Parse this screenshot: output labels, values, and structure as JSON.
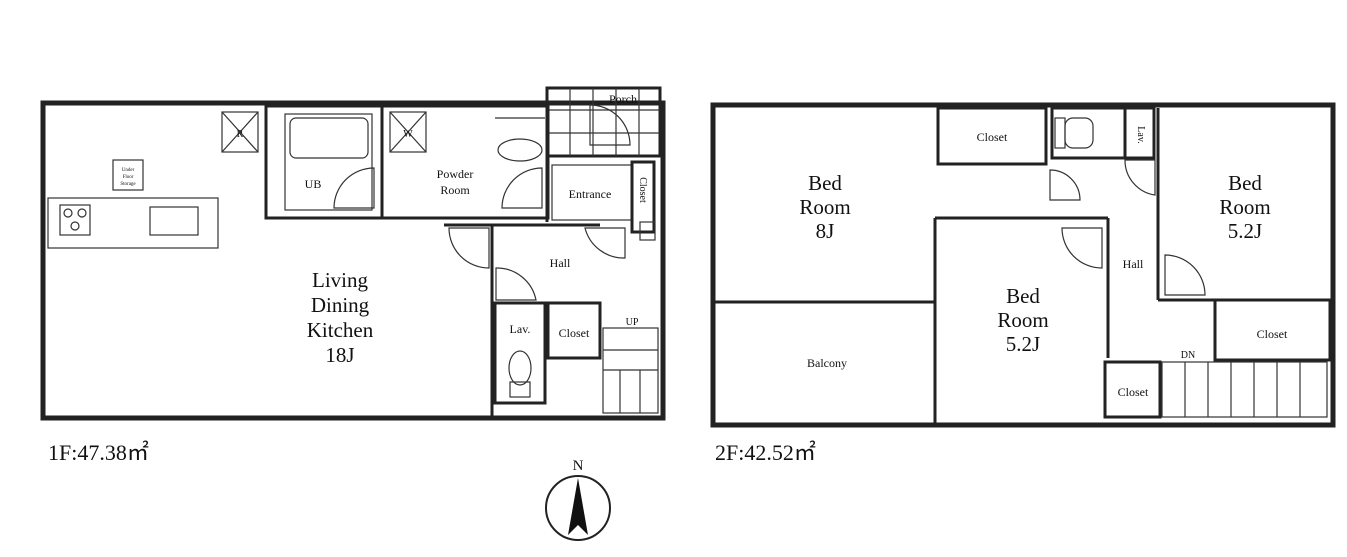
{
  "floor1": {
    "area_label": "1F:47.38㎡",
    "rooms": {
      "ldk": [
        "Living",
        "Dining",
        "Kitchen",
        "18J"
      ],
      "ub": "UB",
      "powder": [
        "Powder",
        "Room"
      ],
      "entrance": "Entrance",
      "porch": "Porch",
      "closet_entrance": "Closet",
      "hall": "Hall",
      "lav": "Lav.",
      "closet": "Closet",
      "up": "UP",
      "under_floor": [
        "Under",
        "Floor",
        "Storage"
      ],
      "r_mark": "R",
      "w_mark": "W"
    }
  },
  "floor2": {
    "area_label": "2F:42.52㎡",
    "rooms": {
      "bed1": [
        "Bed",
        "Room",
        "8J"
      ],
      "bed2": [
        "Bed",
        "Room",
        "5.2J"
      ],
      "bed3": [
        "Bed",
        "Room",
        "5.2J"
      ],
      "closet_top": "Closet",
      "lav": "Lav.",
      "hall": "Hall",
      "closet_right": "Closet",
      "closet_small": "Closet",
      "dn": "DN",
      "balcony": "Balcony"
    }
  },
  "compass": {
    "label": "N"
  }
}
